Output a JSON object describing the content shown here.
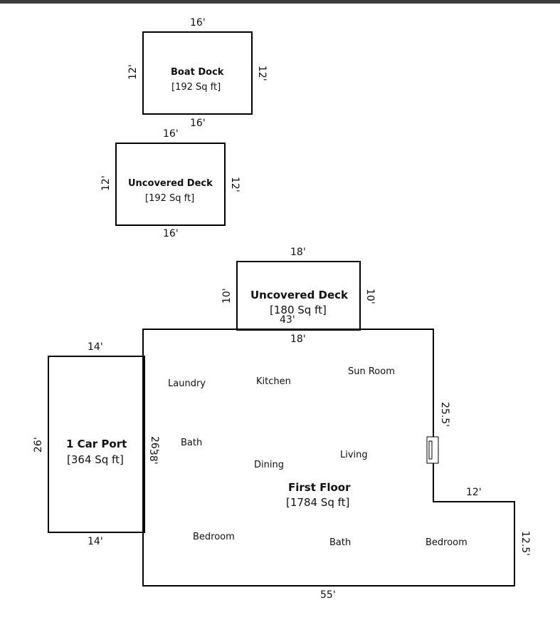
{
  "boat_dock": {
    "name": "Boat Dock",
    "area": "[192 Sq ft]",
    "dims": {
      "top": "16'",
      "bottom": "16'",
      "left": "12'",
      "right": "12'"
    }
  },
  "uncovered_deck_1": {
    "name": "Uncovered Deck",
    "area": "[192 Sq ft]",
    "dims": {
      "top": "16'",
      "bottom": "16'",
      "left": "12'",
      "right": "12'"
    }
  },
  "uncovered_deck_2": {
    "name": "Uncovered Deck",
    "area": "[180 Sq ft]",
    "dims": {
      "top": "18'",
      "bottom": "18'",
      "left": "10'",
      "right": "10'"
    }
  },
  "car_port": {
    "name": "1 Car Port",
    "area": "[364 Sq ft]",
    "dims": {
      "top": "14'",
      "bottom": "14'",
      "left": "26'",
      "right": "26'"
    }
  },
  "first_floor": {
    "name": "First Floor",
    "area": "[1784 Sq ft]",
    "dims": {
      "top": "43'",
      "right_upper": "25.5'",
      "step": "12'",
      "right_lower": "12.5'",
      "bottom": "55'",
      "left": "38'"
    },
    "rooms": {
      "laundry": "Laundry",
      "kitchen": "Kitchen",
      "sun_room": "Sun Room",
      "bath_1": "Bath",
      "dining": "Dining",
      "living": "Living",
      "bedroom_1": "Bedroom",
      "bath_2": "Bath",
      "bedroom_2": "Bedroom"
    }
  }
}
